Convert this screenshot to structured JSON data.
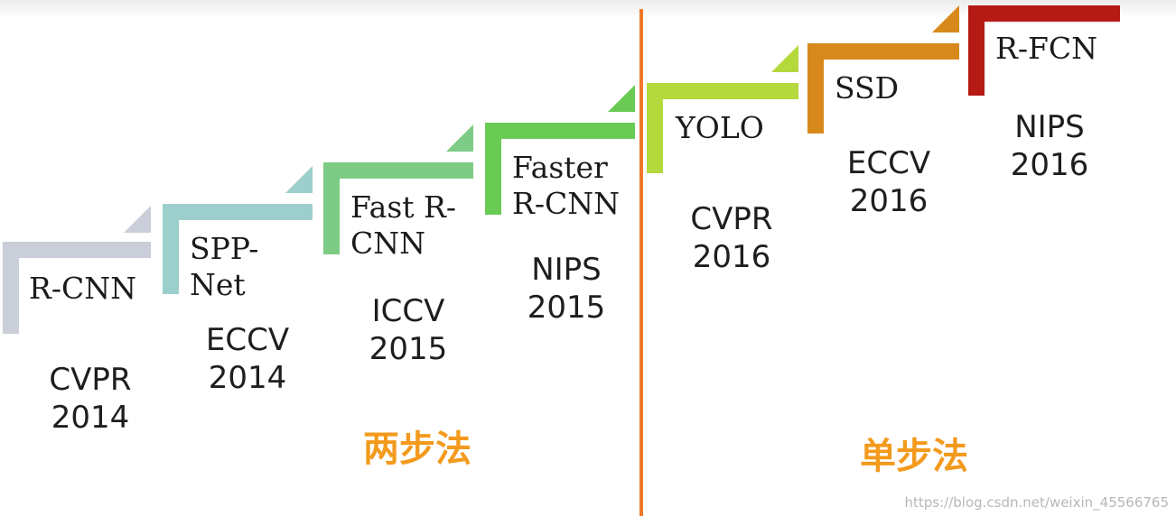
{
  "steps": [
    {
      "name": "R-CNN",
      "venue_line1": "CVPR",
      "venue_line2": "2014",
      "color": "#c9ced8"
    },
    {
      "name": "SPP-\nNet",
      "venue_line1": "ECCV",
      "venue_line2": "2014",
      "color": "#9ccfcc"
    },
    {
      "name": "Fast R-\nCNN",
      "venue_line1": "ICCV",
      "venue_line2": "2015",
      "color": "#7ecb86"
    },
    {
      "name": "Faster\nR-CNN",
      "venue_line1": "NIPS",
      "venue_line2": "2015",
      "color": "#69cb54"
    },
    {
      "name": "YOLO",
      "venue_line1": "CVPR",
      "venue_line2": "2016",
      "color": "#b4d93c"
    },
    {
      "name": "SSD",
      "venue_line1": "ECCV",
      "venue_line2": "2016",
      "color": "#d8891b"
    },
    {
      "name": "R-FCN",
      "venue_line1": "NIPS",
      "venue_line2": "2016",
      "color": "#b51b14"
    }
  ],
  "groups": {
    "two_stage": "两步法",
    "one_stage": "单步法"
  },
  "divider_color": "#f0782a",
  "group_color": "#f39a1d",
  "watermark": "https://blog.csdn.net/weixin_45566765"
}
